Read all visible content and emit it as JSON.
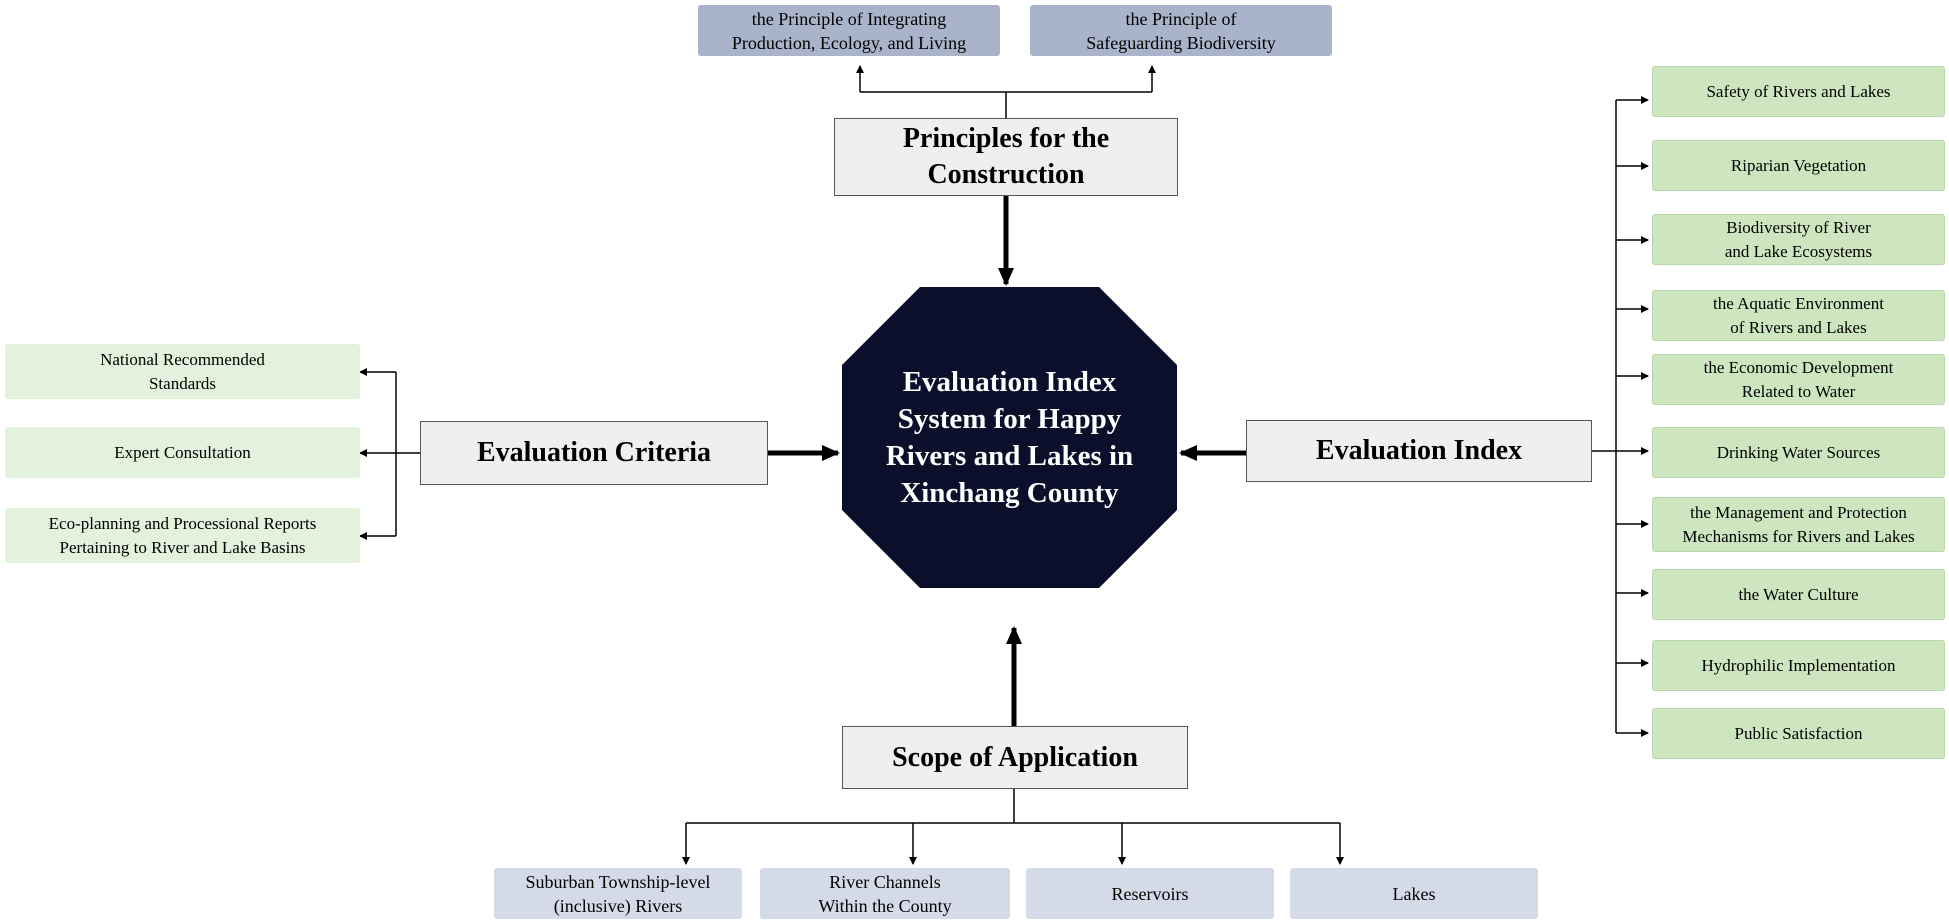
{
  "center": {
    "lines": [
      "Evaluation Index",
      "System for Happy",
      "Rivers and Lakes in",
      "Xinchang County"
    ]
  },
  "principles": {
    "title_lines": [
      "Principles for the",
      "Construction"
    ],
    "items": [
      {
        "lines": [
          "the Principle of Integrating",
          "Production, Ecology, and Living"
        ]
      },
      {
        "lines": [
          "the Principle of",
          "Safeguarding Biodiversity"
        ]
      }
    ]
  },
  "criteria": {
    "title": "Evaluation Criteria",
    "items": [
      {
        "lines": [
          "National Recommended",
          "Standards"
        ]
      },
      {
        "lines": [
          "Expert Consultation"
        ]
      },
      {
        "lines": [
          "Eco-planning and Processional Reports",
          "Pertaining to River and Lake Basins"
        ]
      }
    ]
  },
  "index": {
    "title": "Evaluation Index",
    "items": [
      {
        "lines": [
          "Safety of Rivers and Lakes"
        ]
      },
      {
        "lines": [
          "Riparian Vegetation"
        ]
      },
      {
        "lines": [
          "Biodiversity of River",
          "and Lake Ecosystems"
        ]
      },
      {
        "lines": [
          "the Aquatic Environment",
          "of Rivers and Lakes"
        ]
      },
      {
        "lines": [
          "the Economic Development",
          "Related to Water"
        ]
      },
      {
        "lines": [
          "Drinking Water Sources"
        ]
      },
      {
        "lines": [
          "the Management and Protection",
          "Mechanisms for Rivers and Lakes"
        ]
      },
      {
        "lines": [
          "the Water Culture"
        ]
      },
      {
        "lines": [
          "Hydrophilic Implementation"
        ]
      },
      {
        "lines": [
          "Public Satisfaction"
        ]
      }
    ]
  },
  "scope": {
    "title": "Scope of Application",
    "items": [
      {
        "lines": [
          "Suburban Township-level",
          "(inclusive) Rivers"
        ]
      },
      {
        "lines": [
          "River Channels",
          "Within the County"
        ]
      },
      {
        "lines": [
          "Reservoirs"
        ]
      },
      {
        "lines": [
          "Lakes"
        ]
      }
    ]
  },
  "colors": {
    "center_fill": "#0b0f2b",
    "principle_fill": "#a9b3c9",
    "scope_fill": "#d4dae8",
    "criteria_fill": "#e3f2dc",
    "index_fill": "#cde6c0"
  }
}
